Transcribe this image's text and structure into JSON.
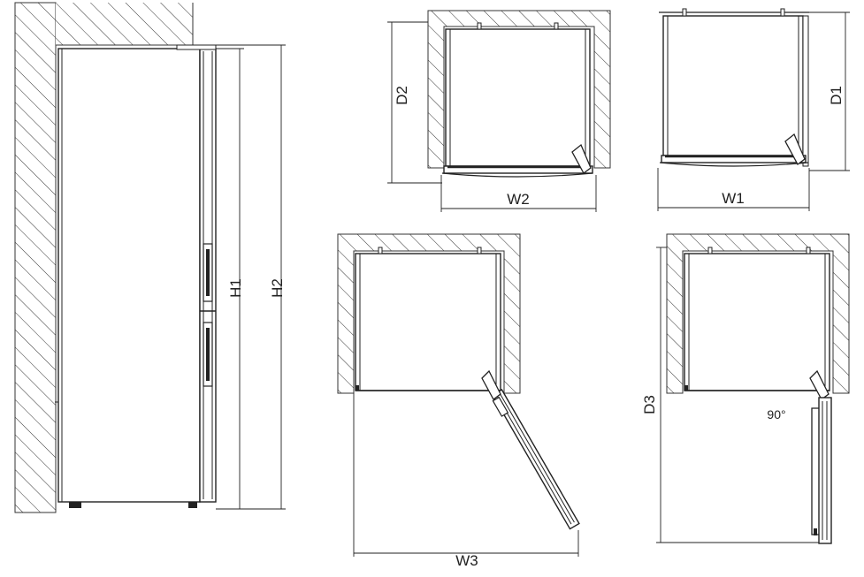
{
  "labels": {
    "h1": "H1",
    "h2": "H2",
    "d1": "D1",
    "d2": "D2",
    "d3": "D3",
    "w1": "W1",
    "w2": "W2",
    "w3": "W3",
    "angle": "90°"
  },
  "colors": {
    "line": "#222222",
    "hatch": "#333333",
    "background": "#ffffff"
  }
}
